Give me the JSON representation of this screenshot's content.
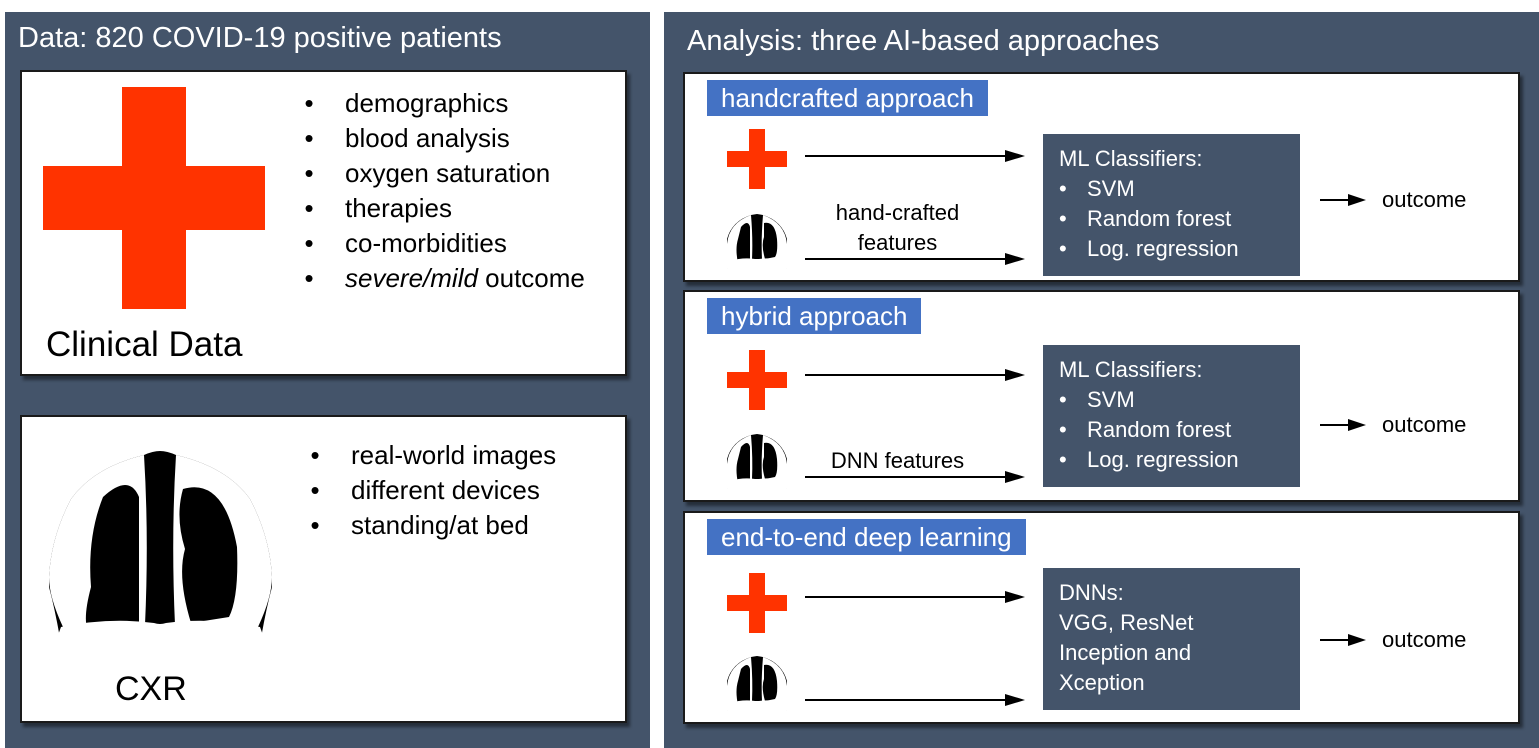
{
  "data_panel": {
    "title": "Data: 820 COVID-19 positive patients",
    "clinical": {
      "items": [
        "demographics",
        "blood analysis",
        "oxygen saturation",
        "therapies",
        "co-morbidities"
      ],
      "last_item_italic": "severe/mild",
      "last_item_rest": " outcome",
      "label": "Clinical Data"
    },
    "cxr": {
      "items": [
        "real-world images",
        "different devices",
        "standing/at bed"
      ],
      "label": "CXR"
    },
    "bullet": "•"
  },
  "analysis_panel": {
    "title": "Analysis: three AI-based approaches",
    "approaches": [
      {
        "tag": "handcrafted approach",
        "feature_label_1": "hand-crafted",
        "feature_label_2": "features",
        "classifier_title": "ML Classifiers:",
        "classifier_items": [
          "SVM",
          "Random forest",
          "Log. regression"
        ],
        "outcome": "outcome"
      },
      {
        "tag": "hybrid approach",
        "feature_label_1": "DNN features",
        "classifier_title": "ML Classifiers:",
        "classifier_items": [
          "SVM",
          "Random forest",
          "Log. regression"
        ],
        "outcome": "outcome"
      },
      {
        "tag": "end-to-end deep learning",
        "classifier_title": "DNNs:",
        "classifier_lines": [
          "VGG, ResNet",
          "Inception and",
          "Xception"
        ],
        "outcome": "outcome"
      }
    ]
  },
  "colors": {
    "panel": "#44546a",
    "accent_blue": "#4472c4",
    "red_cross": "#ff3300"
  }
}
